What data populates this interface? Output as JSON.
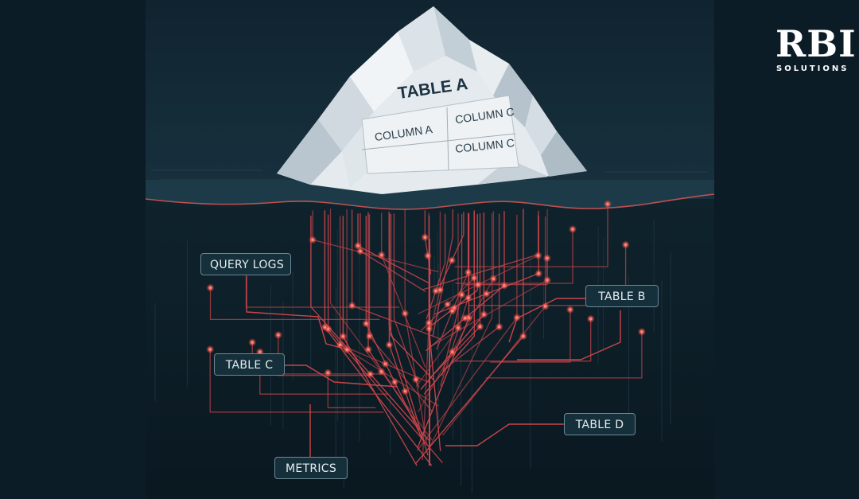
{
  "iceberg": {
    "table_title": "TABLE A",
    "columns": [
      "COLUMN A",
      "COLUMN C",
      "COLUMN C"
    ]
  },
  "nodes": {
    "query_logs": "QUERY LOGS",
    "table_b": "TABLE B",
    "table_c": "TABLE C",
    "table_d": "TABLE D",
    "metrics": "METRICS"
  },
  "logo": {
    "letters": "RBI",
    "subtitle": "SOLUTIONS"
  },
  "colors": {
    "background": "#0c1c26",
    "water_surface": "#1b3846",
    "circuit": "#d24848",
    "circuit_glow": "#ff7a70",
    "ice_light": "#e9eef2",
    "ice_shadow": "#a8b7c2",
    "label_border": "#6b8896"
  }
}
